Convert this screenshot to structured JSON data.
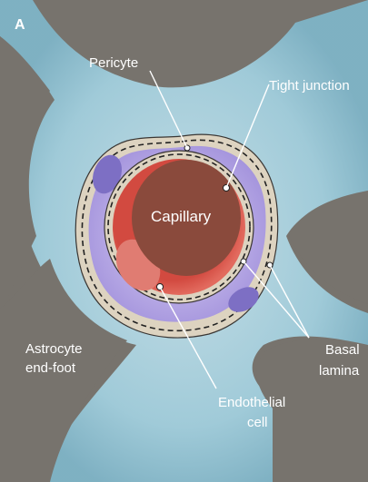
{
  "panel_label": "A",
  "labels": {
    "pericyte": "Pericyte",
    "tight_junction": "Tight junction",
    "capillary": "Capillary",
    "astrocyte_line1": "Astrocyte",
    "astrocyte_line2": "end-foot",
    "basal_line1": "Basal",
    "basal_line2": "lamina",
    "endothelial_line1": "Endothelial",
    "endothelial_line2": "cell"
  },
  "colors": {
    "background": "#7a7670",
    "astrocyte": "#8dbfd1",
    "astrocyte_light": "#c3e0ea",
    "basal_lamina": "#ddd3c0",
    "pericyte": "#b7a9e3",
    "pericyte_nucleus": "#7c6fc2",
    "endothelium": "#cf4840",
    "lumen": "#8b4a3c",
    "endothelial_nucleus": "#e07a72"
  }
}
